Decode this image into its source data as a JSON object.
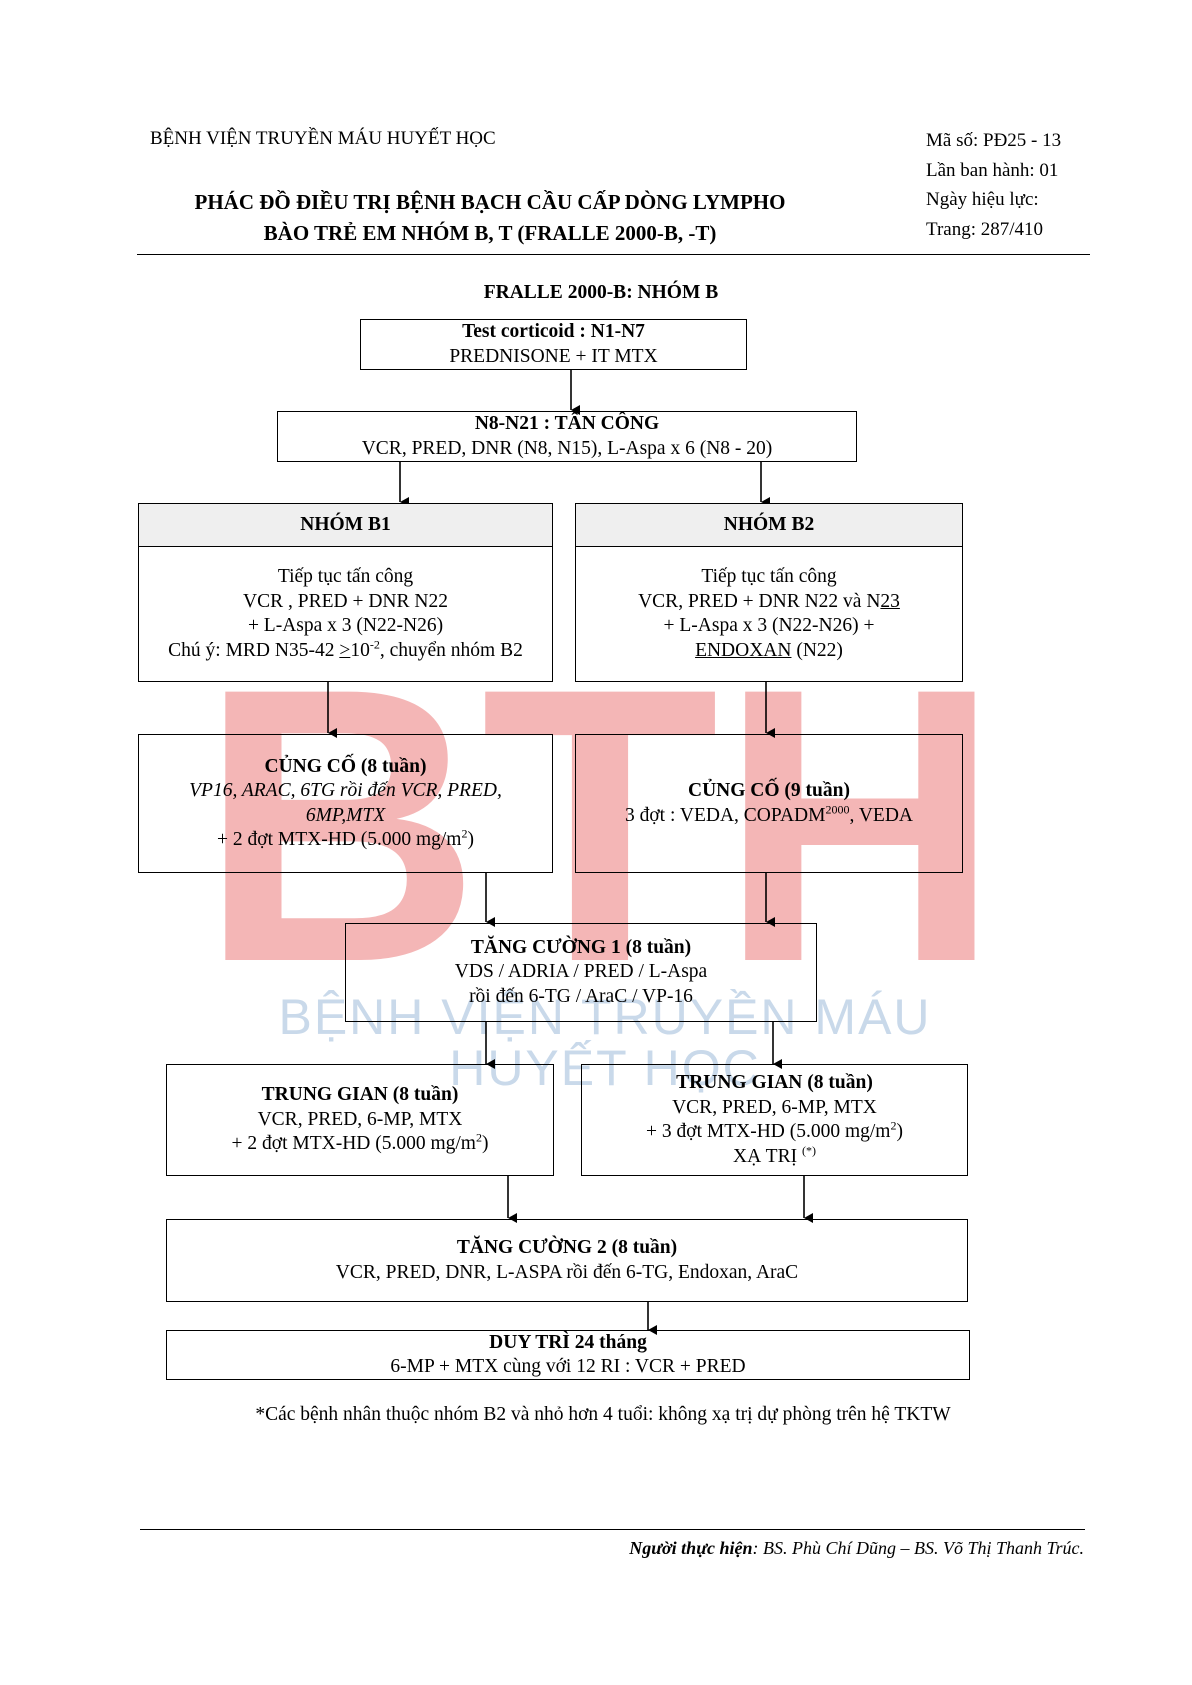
{
  "header": {
    "hospital": "BỆNH VIỆN TRUYỀN MÁU HUYẾT HỌC",
    "title_line1": "PHÁC ĐỒ ĐIỀU TRỊ BỆNH BẠCH CẦU CẤP DÒNG LYMPHO",
    "title_line2": "BÀO TRẺ EM NHÓM B, T (FRALLE 2000-B, -T)",
    "code": "Mã số: PĐ25 - 13",
    "edition": "Lần ban hành: 01",
    "effective": "Ngày hiệu lực:",
    "page": "Trang: 287/410"
  },
  "watermark": {
    "letters": "BTH",
    "line1": "BỆNH VIỆN TRUYỀN MÁU",
    "line2": "HUYẾT HỌC",
    "letters_color": "#f4b6b6",
    "text_color": "#c9d9ea"
  },
  "diagram": {
    "title": "FRALLE 2000-B:  NHÓM  B",
    "test": {
      "title": "Test corticoid : N1-N7",
      "line1": "PREDNISONE + IT MTX"
    },
    "induction": {
      "title": "N8-N21 : TẤN CÔNG",
      "line1": "VCR, PRED, DNR (N8, N15), L-Aspa x 6 (N8 - 20)"
    },
    "b1": {
      "header": "NHÓM B1",
      "title": "Tiếp tục tấn công",
      "line1": "VCR , PRED + DNR N22",
      "line2": "+  L-Aspa x 3 (N22-N26)",
      "note_pre": "Chú ý: MRD N35-42 ",
      "note_ge": ">",
      "note_val": "10",
      "note_exp": "-2",
      "note_post": ", chuyển nhóm B2"
    },
    "b2": {
      "header": "NHÓM B2",
      "title": "Tiếp tục tấn công",
      "line1_pre": "VCR, PRED + DNR N22 và N",
      "line1_u": "23",
      "line2": "+ L-Aspa x 3 (N22-N26) +",
      "line3_u": "ENDOXAN",
      "line3_post": " (N22)"
    },
    "consol1": {
      "title": "CỦNG CỐ (8 tuần)",
      "line1": "VP16, ARAC, 6TG rồi đến VCR, PRED,",
      "line2": "6MP,MTX",
      "line3": "+ 2 đợt MTX-HD (5.000 mg/m",
      "line3_sup": "2",
      "line3_end": ")"
    },
    "consol2": {
      "title": "CỦNG CỐ (9 tuần)",
      "line1_pre": "3 đợt : VEDA, COPADM",
      "line1_sup": "2000",
      "line1_post": ", VEDA"
    },
    "intensify1": {
      "title": "TĂNG CƯỜNG 1 (8 tuần)",
      "line1": "VDS / ADRIA / PRED / L-Aspa",
      "line2": "rồi đến 6-TG / AraC / VP-16"
    },
    "interim1": {
      "title": "TRUNG GIAN (8 tuần)",
      "line1": "VCR, PRED, 6-MP, MTX",
      "line2": "+ 2 đợt MTX-HD (5.000 mg/m",
      "line2_sup": "2",
      "line2_end": ")"
    },
    "interim2": {
      "title": "TRUNG GIAN (8 tuần)",
      "line1": "VCR, PRED, 6-MP, MTX",
      "line2": "+ 3 đợt MTX-HD (5.000 mg/m",
      "line2_sup": "2",
      "line2_end": ")",
      "line3": "XẠ  TRỊ",
      "line3_sup": "(*)"
    },
    "intensify2": {
      "title": "TĂNG CƯỜNG 2 (8 tuần)",
      "line1": "VCR, PRED, DNR, L-ASPA rồi đến 6-TG, Endoxan, AraC"
    },
    "maintenance": {
      "title": "DUY TRÌ 24 tháng",
      "line1": "6-MP + MTX cùng với 12 RI : VCR + PRED"
    }
  },
  "footnote": "*Các bệnh nhân thuộc nhóm B2 và nhỏ hơn 4 tuổi: không xạ trị dự phòng trên hệ TKTW",
  "footer": {
    "label": "Người thực hiện",
    "names": ": BS. Phù Chí Dũng – BS. Võ Thị Thanh Trúc."
  }
}
